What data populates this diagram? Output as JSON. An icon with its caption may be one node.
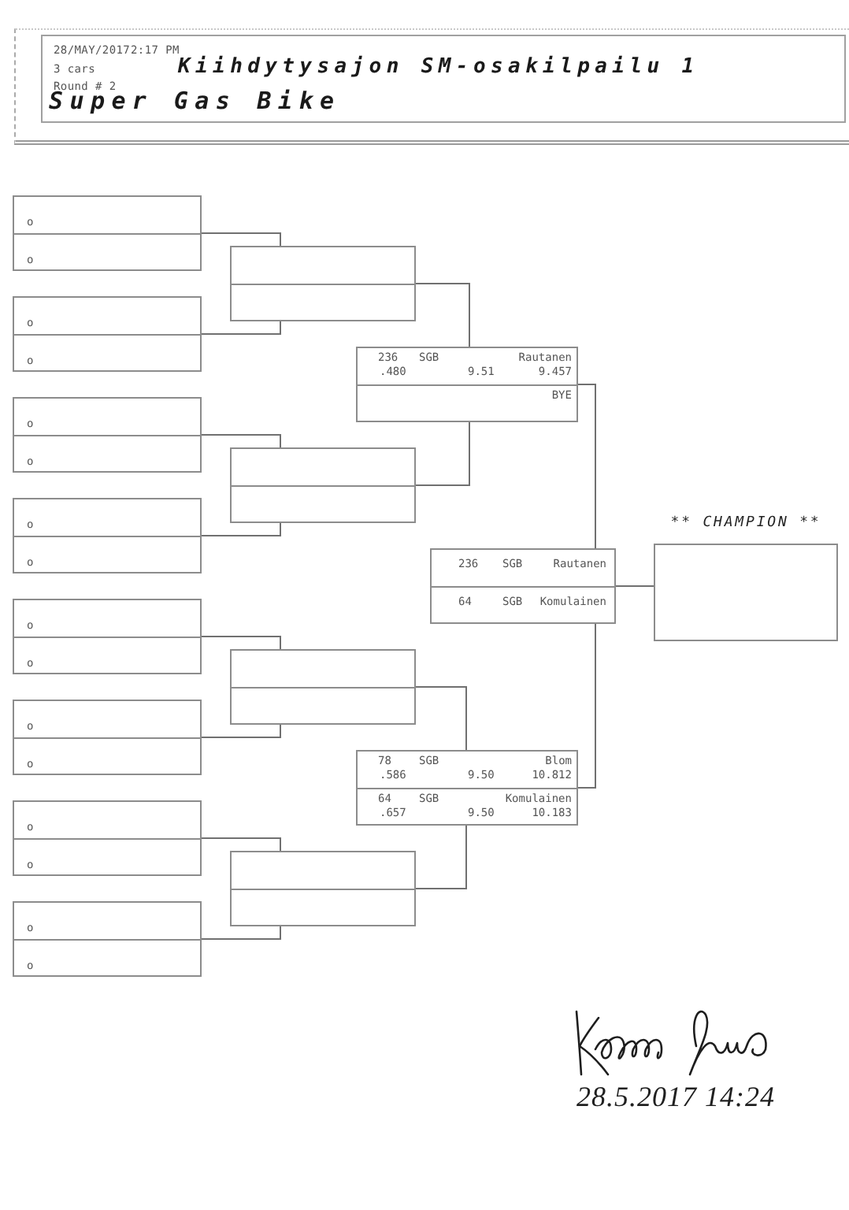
{
  "diagram": {
    "nodes": [
      {
        "text": [
          "28/MAY/2017",
          "2:17 PM",
          "3 cars",
          "Round # 2",
          "Kiihdytysajon SM-osakilpailu 1",
          "Super Gas Bike"
        ]
      },
      {
        "text": [],
        "shape": "box"
      },
      {
        "text": [
          "o"
        ],
        "in": 1
      },
      {
        "text": [
          "o"
        ],
        "in": 1
      },
      {
        "text": [],
        "shape": "box"
      },
      {
        "text": [
          "o"
        ],
        "in": 4
      },
      {
        "text": [
          "o"
        ],
        "in": 4
      },
      {
        "text": [],
        "shape": "box"
      },
      {
        "text": [
          "o"
        ],
        "in": 7
      },
      {
        "text": [
          "o"
        ],
        "in": 7
      },
      {
        "text": [],
        "shape": "box"
      },
      {
        "text": [
          "o"
        ],
        "in": 10
      },
      {
        "text": [
          "o"
        ],
        "in": 10
      },
      {
        "text": [],
        "shape": "box"
      },
      {
        "text": [
          "o"
        ],
        "in": 13
      },
      {
        "text": [
          "o"
        ],
        "in": 13
      },
      {
        "text": [],
        "shape": "box"
      },
      {
        "text": [
          "o"
        ],
        "in": 16
      },
      {
        "text": [
          "o"
        ],
        "in": 16
      },
      {
        "text": [],
        "shape": "box"
      },
      {
        "text": [
          "o"
        ],
        "in": 19
      },
      {
        "text": [
          "o"
        ],
        "in": 19
      },
      {
        "text": [],
        "shape": "box"
      },
      {
        "text": [
          "o"
        ],
        "in": 22
      },
      {
        "text": [
          "o"
        ],
        "in": 22
      },
      {
        "text": [],
        "shape": "box"
      },
      {
        "text": [],
        "shape": "box",
        "in": 25
      },
      {
        "text": [],
        "shape": "box",
        "in": 25
      },
      {
        "text": [],
        "shape": "box"
      },
      {
        "text": [],
        "shape": "box",
        "in": 28
      },
      {
        "text": [],
        "shape": "box",
        "in": 28
      },
      {
        "text": [],
        "shape": "box"
      },
      {
        "text": [],
        "shape": "box",
        "in": 31
      },
      {
        "text": [],
        "shape": "box",
        "in": 31
      },
      {
        "text": [],
        "shape": "box"
      },
      {
        "text": [],
        "shape": "box",
        "in": 34
      },
      {
        "text": [],
        "shape": "box",
        "in": 34
      },
      {
        "text": [],
        "shape": "box"
      },
      {
        "text": [
          "236",
          "SGB",
          "Rautanen",
          ".480",
          "9.51",
          "9.457"
        ],
        "in": 37
      },
      {
        "text": [
          "BYE"
        ],
        "in": 37
      },
      {
        "text": [],
        "shape": "box"
      },
      {
        "text": [
          "78",
          "SGB",
          "Blom",
          ".586",
          "9.50",
          "10.812"
        ],
        "in": 40
      },
      {
        "text": [
          "64",
          "SGB",
          "Komulainen",
          ".657",
          "9.50",
          "10.183"
        ],
        "in": 40
      },
      {
        "text": [],
        "shape": "box"
      },
      {
        "text": [
          "236",
          "SGB",
          "Rautanen"
        ],
        "in": 43
      },
      {
        "text": [
          "64",
          "SGB",
          "Komulainen"
        ],
        "in": 43
      },
      {
        "text": [
          "** CHAMPION **"
        ]
      }
    ],
    "edges": [
      {
        "from": 1,
        "to": 25,
        "arrow": "none"
      },
      {
        "from": 4,
        "to": 25,
        "arrow": "none"
      },
      {
        "from": 7,
        "to": 28,
        "arrow": "none"
      },
      {
        "from": 10,
        "to": 28,
        "arrow": "none"
      },
      {
        "from": 13,
        "to": 31,
        "arrow": "none"
      },
      {
        "from": 16,
        "to": 31,
        "arrow": "none"
      },
      {
        "from": 19,
        "to": 34,
        "arrow": "none"
      },
      {
        "from": 22,
        "to": 34,
        "arrow": "none"
      },
      {
        "from": 25,
        "to": 37,
        "arrow": "none"
      },
      {
        "from": 28,
        "to": 37,
        "arrow": "none"
      },
      {
        "from": 31,
        "to": 40,
        "arrow": "none"
      },
      {
        "from": 34,
        "to": 40,
        "arrow": "none"
      },
      {
        "from": 37,
        "to": 43,
        "arrow": "none"
      },
      {
        "from": 40,
        "to": 43,
        "arrow": "none"
      },
      {
        "from": 43,
        "to": 46,
        "arrow": "none"
      }
    ],
    "labels": [
      "28.5.2017 14:24"
    ]
  }
}
